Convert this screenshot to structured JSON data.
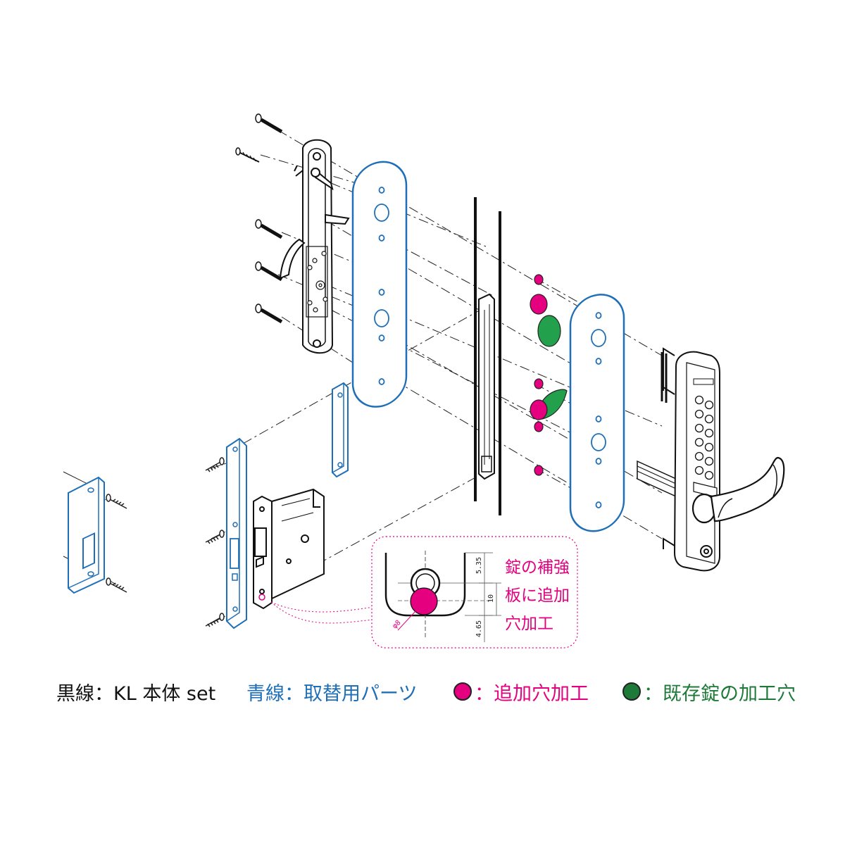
{
  "callout": {
    "lines": [
      "錠の補強",
      "板に追加",
      "穴加工"
    ],
    "dimensions": {
      "top": "5.35",
      "middle": "10",
      "bottom": "4.65",
      "diameter": "φ8"
    }
  },
  "legend": {
    "black": {
      "text": "黒線：KL 本体 set",
      "color": "#111111"
    },
    "blue": {
      "text": "青線：取替用パーツ",
      "color": "#1f6fb8"
    },
    "magenta": {
      "text": "：追加穴加工",
      "color": "#e4007f"
    },
    "green": {
      "text": "：既存錠の加工穴",
      "color": "#1f7a3a"
    }
  },
  "colors": {
    "blue": "#1f6fb8",
    "magenta": "#e4007f",
    "green": "#22a04b",
    "black": "#111111"
  }
}
